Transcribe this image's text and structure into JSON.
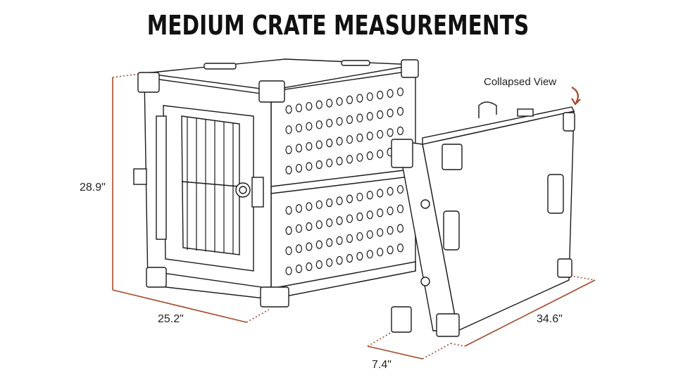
{
  "title": "MEDIUM CRATE MEASUREMENTS",
  "labels": {
    "height": "28.9\"",
    "width": "25.2\"",
    "collapsed_length": "34.6\"",
    "collapsed_depth": "7.4\"",
    "collapsed_view": "Collapsed View"
  },
  "colors": {
    "dimension_line": "#a5492b",
    "outline": "#1a1a1a"
  }
}
